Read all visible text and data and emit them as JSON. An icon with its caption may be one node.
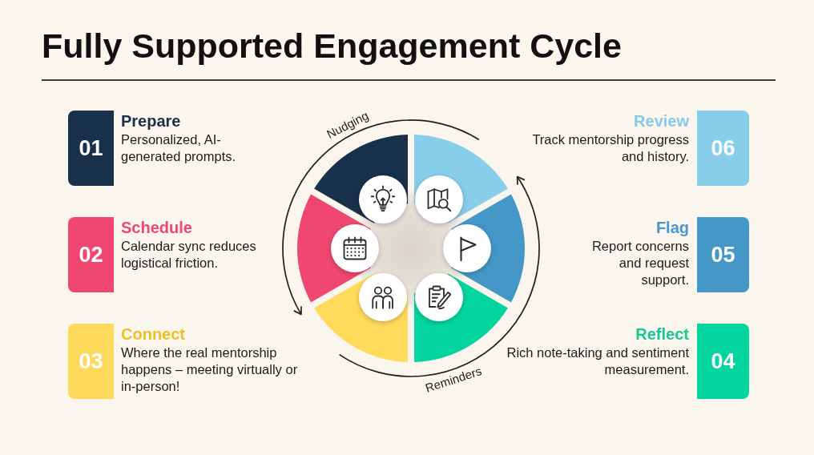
{
  "diagram": {
    "title": "Fully Supported Engagement Cycle",
    "nodes": [
      {
        "text": [
          "01",
          "Prepare",
          "Personalized, AI-generated prompts."
        ]
      },
      {
        "text": [
          "02",
          "Schedule",
          "Calendar sync reduces logistical friction."
        ]
      },
      {
        "text": [
          "03",
          "Connect",
          "Where the real mentorship happens – meeting virtually or in-person!"
        ]
      },
      {
        "text": [
          "04",
          "Reflect",
          "Rich note-taking and sentiment measurement."
        ]
      },
      {
        "text": [
          "05",
          "Flag",
          "Report concerns and request support."
        ]
      },
      {
        "text": [
          "06",
          "Review",
          "Track mentorship progress and history."
        ]
      }
    ],
    "labels": [
      "Nudging",
      "Reminders"
    ]
  }
}
